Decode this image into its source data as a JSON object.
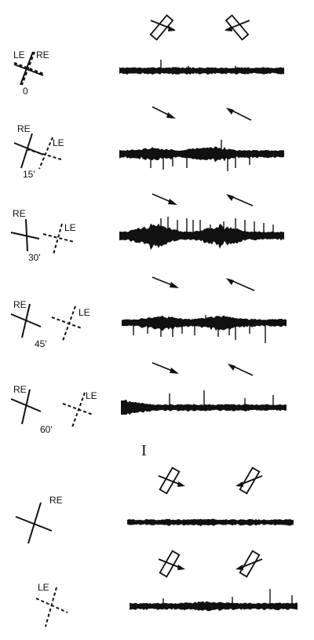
{
  "figure": {
    "scale_bar_label": "I",
    "rows": [
      {
        "id": "0",
        "eye_a": "LE",
        "eye_b": "RE",
        "angle": "0"
      },
      {
        "id": "15",
        "eye_a": "RE",
        "eye_b": "LE",
        "angle": "15'"
      },
      {
        "id": "30",
        "eye_a": "RE",
        "eye_b": "LE",
        "angle": "30'"
      },
      {
        "id": "45",
        "eye_a": "RE",
        "eye_b": "LE",
        "angle": "45'"
      },
      {
        "id": "60",
        "eye_a": "RE",
        "eye_b": "LE",
        "angle": "60'"
      }
    ],
    "monocular": [
      {
        "id": "re",
        "eye": "RE"
      },
      {
        "id": "le",
        "eye": "LE"
      }
    ]
  },
  "colors": {
    "ink": "#111111",
    "paper": "#ffffff"
  },
  "icons": [
    "bar-stimulus-icon",
    "motion-arrow-icon",
    "solid-cross-icon",
    "dashed-cross-icon"
  ]
}
